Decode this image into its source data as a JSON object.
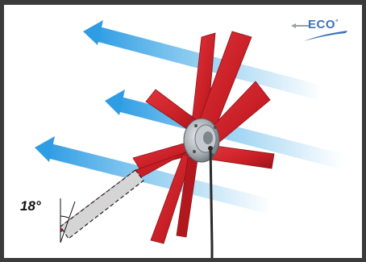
{
  "logo": {
    "text": "ECO",
    "degree": "°",
    "icon": "eco-arrow-logo"
  },
  "angle_label": "18°",
  "colors": {
    "blade": "#c81e26",
    "blade_shadow": "#8e1116",
    "hub": "#9aa0a6",
    "airflow": "#3aa6e6",
    "eco_blue": "#3d73b5"
  }
}
